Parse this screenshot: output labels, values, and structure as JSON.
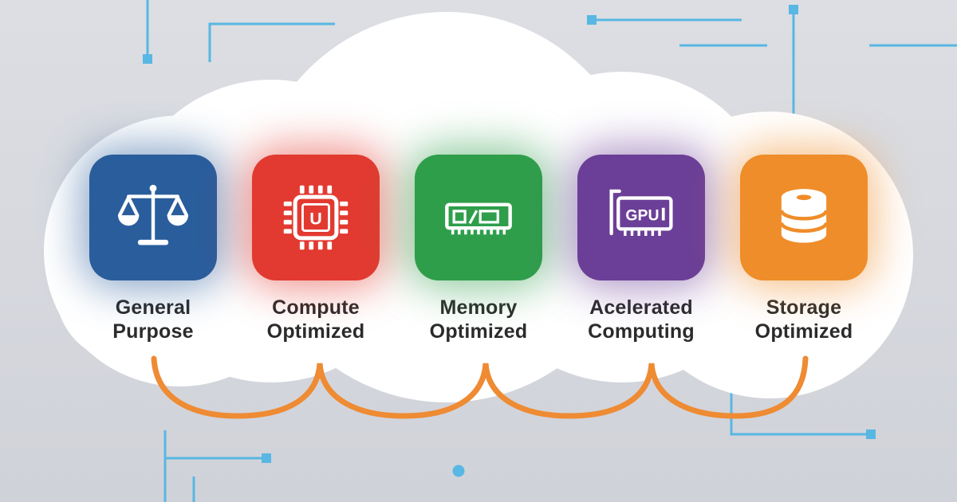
{
  "colors": {
    "background": "#d7d9de",
    "cloud": "#ffffff",
    "circuit_blue": "#58b7e3",
    "wave_orange": "#ee8b33",
    "label_text": "#2b2b2b",
    "icon_white": "#ffffff"
  },
  "categories": [
    {
      "name": "general-purpose",
      "line1": "General",
      "line2": "Purpose",
      "color": "#2a5d9c",
      "icon": "balance-scale-icon"
    },
    {
      "name": "compute-optimized",
      "line1": "Compute",
      "line2": "Optimized",
      "color": "#e23a30",
      "icon": "cpu-chip-icon",
      "chip_letter": "U"
    },
    {
      "name": "memory-optimized",
      "line1": "Memory",
      "line2": "Optimized",
      "color": "#2f9e4b",
      "icon": "ram-memory-icon"
    },
    {
      "name": "accelerated-computing",
      "line1": "Acelerated",
      "line2": "Computing",
      "color": "#6b3f97",
      "icon": "gpu-card-icon",
      "gpu_label": "GPU"
    },
    {
      "name": "storage-optimized",
      "line1": "Storage",
      "line2": "Optimized",
      "color": "#ef8d2a",
      "icon": "database-icon"
    }
  ]
}
